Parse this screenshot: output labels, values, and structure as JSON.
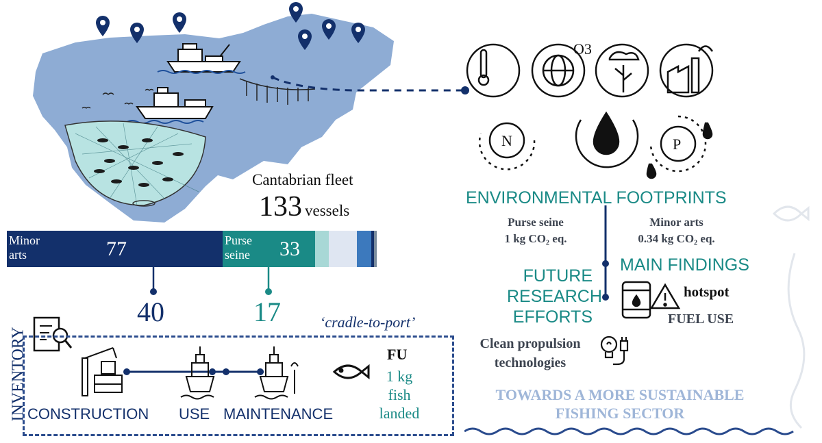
{
  "fleet": {
    "title": "Cantabrian fleet",
    "count": "133",
    "unit": "vessels"
  },
  "bar": {
    "segments": [
      {
        "label": "Minor\narts",
        "value": "77",
        "color": "#13306b",
        "share": 77
      },
      {
        "label": "Purse\nseine",
        "value": "33",
        "color": "#1a8a86",
        "share": 33
      },
      {
        "label": "",
        "value": "",
        "color": "#a8d8d6",
        "share": 5
      },
      {
        "label": "",
        "value": "",
        "color": "#dfe6f2",
        "share": 10
      },
      {
        "label": "",
        "value": "",
        "color": "#3c79bd",
        "share": 5
      },
      {
        "label": "",
        "value": "",
        "color": "#13306b",
        "share": 1
      },
      {
        "label": "",
        "value": "",
        "color": "#7a8c9e",
        "share": 1
      }
    ],
    "callout_minor": "40",
    "callout_purse": "17"
  },
  "inventory": {
    "side_label": "INVENTORY",
    "scope": "‘cradle-to-port’",
    "stages": [
      "CONSTRUCTION",
      "USE",
      "MAINTENANCE"
    ],
    "fu_title": "FU",
    "fu_text_1": "1 kg",
    "fu_text_2": "fish",
    "fu_text_3": "landed"
  },
  "footprints": {
    "title": "ENVIRONMENTAL FOOTPRINTS",
    "purse_label": "Purse seine",
    "purse_value": "1 kg CO₂ eq.",
    "minor_label": "Minor arts",
    "minor_value": "0.34 kg CO₂ eq.",
    "icon_o3": "O3",
    "icon_n": "N",
    "icon_p": "P"
  },
  "findings": {
    "title": "MAIN FINDINGS",
    "hotspot": "hotspot",
    "fuel": "FUEL USE"
  },
  "future": {
    "title_1": "FUTURE",
    "title_2": "RESEARCH",
    "title_3": "EFFORTS",
    "tech_1": "Clean propulsion",
    "tech_2": "technologies"
  },
  "closing": {
    "line_1": "TOWARDS A MORE SUSTAINABLE",
    "line_2": "FISHING SECTOR"
  },
  "colors": {
    "navy": "#13306b",
    "teal": "#1a8a86",
    "map": "#8eacd4",
    "pale_text": "#9fb6d8"
  }
}
